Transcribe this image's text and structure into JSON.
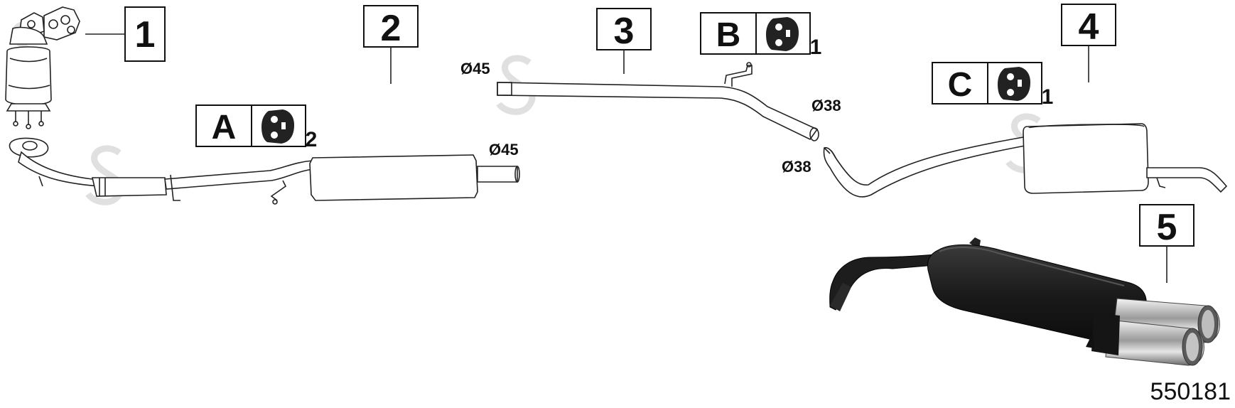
{
  "parts": [
    {
      "number": "1"
    },
    {
      "number": "2"
    },
    {
      "number": "3"
    },
    {
      "number": "4"
    },
    {
      "number": "5"
    }
  ],
  "mounts": [
    {
      "letter": "A",
      "qty": "2",
      "icon": "rubber-mount-icon"
    },
    {
      "letter": "B",
      "qty": "1",
      "icon": "rubber-mount-icon"
    },
    {
      "letter": "C",
      "qty": "1",
      "icon": "rubber-mount-icon"
    }
  ],
  "diameters": {
    "part2_outlet": "Ø45",
    "part3_inlet": "Ø45",
    "part3_outlet": "Ø38",
    "part4_inlet": "Ø38"
  },
  "catalog_code": "550181",
  "colors": {
    "line": "#222222",
    "watermark": "#d8d8d8",
    "muffler_black": "#1c1c1c",
    "chrome": "#c8c8c8"
  }
}
